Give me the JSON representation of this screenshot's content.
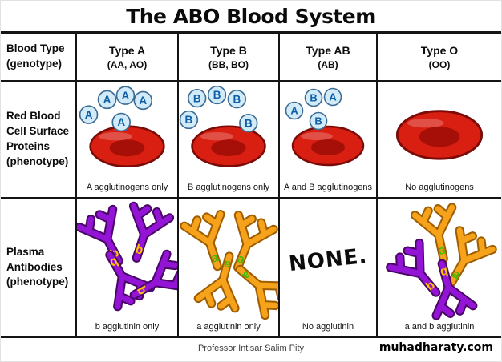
{
  "title": "The ABO Blood System",
  "row_headers": {
    "blood_type": [
      "Blood Type",
      "(genotype)"
    ],
    "rbc": [
      "Red Blood",
      "Cell Surface",
      "Proteins",
      "(phenotype)"
    ],
    "plasma": [
      "Plasma",
      "Antibodies",
      "(phenotype)"
    ]
  },
  "columns": [
    {
      "type_label": "Type A",
      "genotype": "(AA, AO)",
      "antigens": [
        "A",
        "A",
        "A",
        "A",
        "A"
      ],
      "antigen_caption": "A agglutinogens only",
      "antibody_letters": [
        "b",
        "b",
        "b",
        "b"
      ],
      "antibody_caption": "b agglutinin only"
    },
    {
      "type_label": "Type B",
      "genotype": "(BB, BO)",
      "antigens": [
        "B",
        "B",
        "B",
        "B",
        "B"
      ],
      "antigen_caption": "B agglutinogens only",
      "antibody_letters": [
        "a",
        "a",
        "a",
        "a"
      ],
      "antibody_caption": "a agglutinin only"
    },
    {
      "type_label": "Type AB",
      "genotype": "(AB)",
      "antigens": [
        "A",
        "B",
        "A",
        "B"
      ],
      "antigen_caption": "A and B agglutinogens",
      "none_label": "NONE.",
      "antibody_caption": "No agglutinin"
    },
    {
      "type_label": "Type O",
      "genotype": "(OO)",
      "antigens": [],
      "antigen_caption": "No agglutinogens",
      "antibody_letters": [
        "a",
        "b",
        "a",
        "b"
      ],
      "antibody_caption": "a and b agglutinin"
    }
  ],
  "colors": {
    "red_blood_cell": "#d81f12",
    "antibody_purple": "#9414d6",
    "antibody_orange": "#f7a21b",
    "antigen_blue": "#0e5fa8",
    "letter_b_yellow": "#ffc400",
    "letter_a_green": "#46b80a"
  },
  "footer": {
    "credit": "Professor Intisar Salim Pity",
    "site": "muhadharaty.com"
  }
}
